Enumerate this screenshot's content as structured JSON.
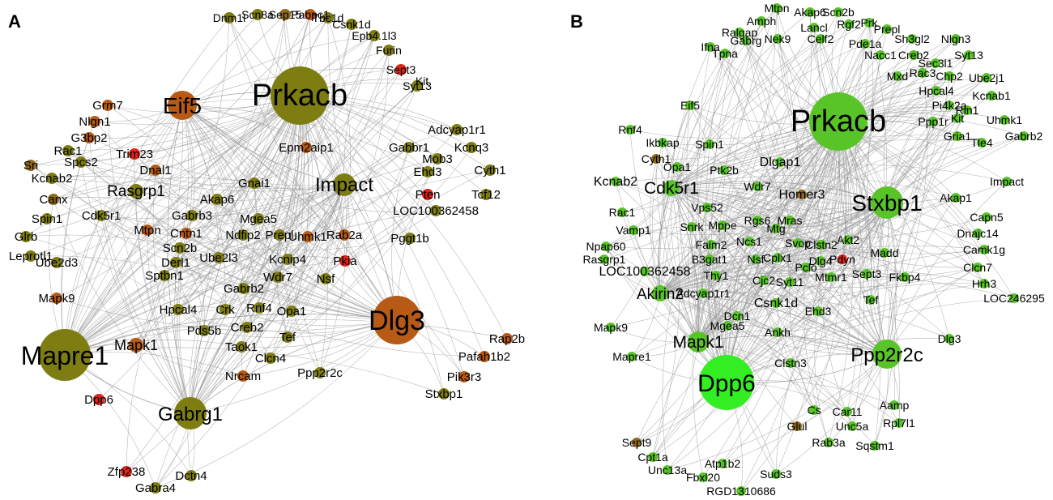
{
  "figure": {
    "panels": [
      {
        "letter": "A",
        "node_groups": {
          "hubs": [
            "Prkacb",
            "Dlg3",
            "Mapre1",
            "Eif5",
            "Gabrg1",
            "Impact"
          ],
          "peripheral": [
            "Dnm1l",
            "Scn8a",
            "Sep15",
            "Pabpc1",
            "Tbc1d",
            "Csnk1d",
            "Epb4.1l3",
            "Furin",
            "Sept3",
            "Syt13",
            "Kit",
            "Grm7",
            "Nlgn1",
            "G3bp2",
            "Rac1",
            "Trim23",
            "Spcs2",
            "Sri",
            "Kcnab2",
            "Dnal1",
            "Canx",
            "Spin1",
            "Glrb",
            "Leprotl1",
            "Ube2d3",
            "Mapk9",
            "Dpp6",
            "Zfp238",
            "Gabra4",
            "Dctn4",
            "Rap2b",
            "Pafah1b2",
            "Pik3r3",
            "Stxbp1",
            "Ppp2r2c",
            "Adcyap1r1",
            "Gabbr1",
            "Kcnq3",
            "Mob3",
            "Ehd3",
            "Cyth1",
            "Pten",
            "Tcf12",
            "LOC100362458",
            "Pggt1b",
            "Epm2aip1"
          ],
          "interior": [
            "Rasgrp1",
            "Cdk5r1",
            "Mtpn",
            "Gnai1",
            "Akap6",
            "Mgea5",
            "Ndfip2",
            "Prepl",
            "Uhmk1",
            "Rab2a",
            "Gabrb3",
            "Cntn1",
            "Scn2b",
            "Derl1",
            "Ube2l3",
            "Sptbn1",
            "Kcnip4",
            "Pkia",
            "Wdr7",
            "Nsf",
            "Gabrb2",
            "Hpcal4",
            "Crk",
            "Rnf4",
            "Opa1",
            "Pds5b",
            "Creb2",
            "Tef",
            "Taok1",
            "Clcn4",
            "Nrcam",
            "Mapk1"
          ]
        }
      },
      {
        "letter": "B",
        "node_groups": {
          "hubs": [
            "Prkacb",
            "Dpp6",
            "Stxbp1",
            "Ppp2r2c",
            "Mapk1",
            "Cdk5r1",
            "Akirin2"
          ],
          "peripheral": [
            "Mtpn",
            "Amph",
            "Akap6",
            "Scn2b",
            "Ralgap",
            "Lancl",
            "Rgf2",
            "Prk",
            "Prepl",
            "Gabrg",
            "Nek9",
            "Celf2",
            "Sh3gl2",
            "Nlgn3",
            "Ifna",
            "Tpna",
            "Pde1a",
            "Nacc1",
            "Creb2",
            "Syt13",
            "Sec3l1",
            "Rac3",
            "Mxd",
            "Chp2",
            "Ube2j1",
            "Hpcal4",
            "Kcnab1",
            "Pi4k2a",
            "Rin1",
            "Ppp1r",
            "Kit",
            "Uhmk1",
            "Gria1",
            "Tle4",
            "Gabrb2",
            "Eif5",
            "Rnf4",
            "Ikbkap",
            "Spin1",
            "Cyth1",
            "Kcnab2",
            "Opa1",
            "Ptk2b",
            "Dlgap1",
            "Wdr7",
            "Homer3",
            "Impact",
            "Akap1",
            "Capn5",
            "Dnajc14",
            "Camk1g",
            "Clcn7",
            "Hrh3",
            "LOC246295",
            "Dlg3",
            "Rac1",
            "Vamp1",
            "Npap60",
            "Rasgrp1",
            "LOC100362458",
            "Mapk9",
            "Mapre1",
            "Sept9",
            "Cpt1a",
            "Unc13a",
            "Fbxl20",
            "Atp1b2",
            "RGD1310686",
            "Suds3",
            "Clstn3",
            "Cs",
            "Car11",
            "Aamp",
            "Glul",
            "Unc5a",
            "Rpl7l1",
            "Rab3a",
            "Sqstm1"
          ],
          "interior": [
            "Vps52",
            "Snrk",
            "Mppe",
            "Rgs6",
            "Mras",
            "Mtg",
            "Faim2",
            "Ncs1",
            "Svop",
            "Clstn2",
            "Akt2",
            "Madd",
            "B3gat1",
            "Nsf",
            "Cplx1",
            "Pclo",
            "Dlg4",
            "Thy1",
            "Mtmr1",
            "Sept3",
            "Fkbp4",
            "Syt11",
            "Adcyap1r1",
            "Csnk1d",
            "Tef",
            "Dcn1",
            "Mgea5",
            "Ehd3",
            "Ankh",
            "Pdyn",
            "Cjc2"
          ]
        }
      }
    ]
  },
  "colors": {
    "olive": "#7e7d12",
    "rust": "#b65a15",
    "red": "#e0241a",
    "green_bright": "#33ee22",
    "green": "#58c427",
    "brown": "#8f6b1e"
  }
}
